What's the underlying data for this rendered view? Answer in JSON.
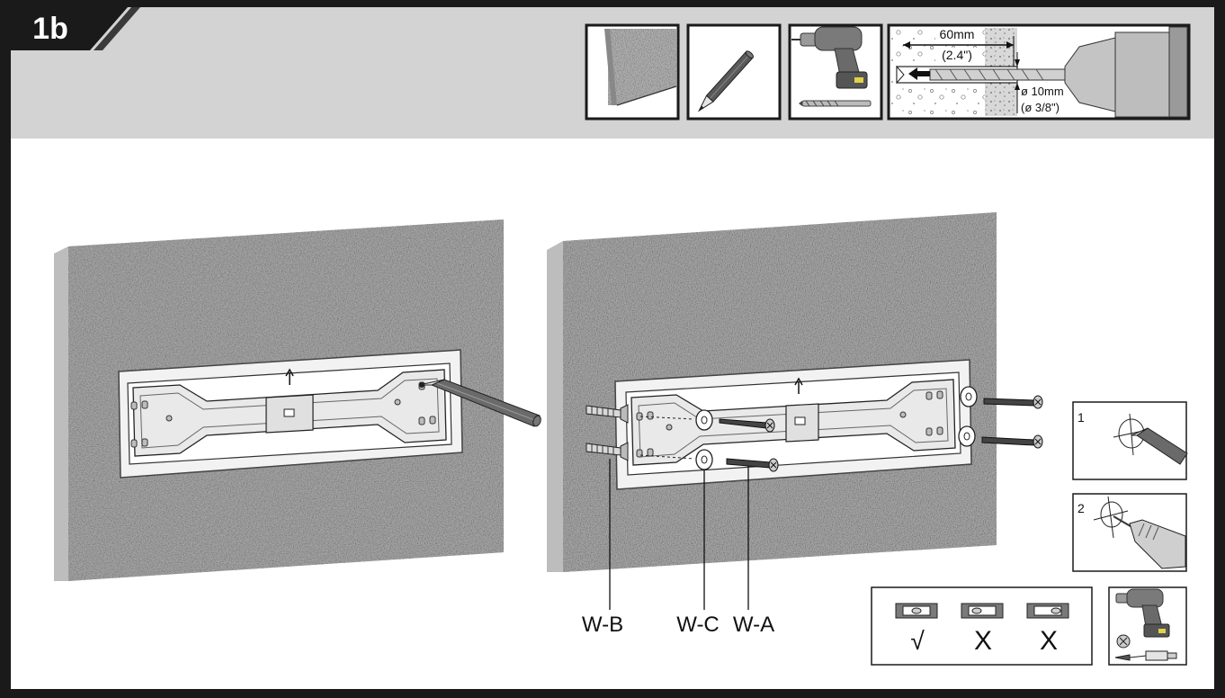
{
  "step": {
    "label": "1b"
  },
  "drill_spec": {
    "depth_mm": "60mm",
    "depth_in": "(2.4\")",
    "diameter_mm": "ø 10mm",
    "diameter_in": "(ø 3/8\")"
  },
  "callouts": {
    "wb": "W-B",
    "wc": "W-C",
    "wa": "W-A"
  },
  "detail_steps": {
    "mark": "1",
    "drill": "2"
  },
  "level_check": {
    "ok": "√",
    "bad1": "X",
    "bad2": "X"
  },
  "colors": {
    "frame": "#1a1a1a",
    "header": "#d3d3d3",
    "wall": "#a4a4a4",
    "wall_side": "#bcbcbc",
    "plate": "#f2f2f2"
  },
  "icons": [
    "wall-material-icon",
    "pencil-icon",
    "power-drill-icon",
    "drill-bit-icon",
    "bubble-level-icon",
    "screw-icon",
    "wall-anchor-icon"
  ]
}
